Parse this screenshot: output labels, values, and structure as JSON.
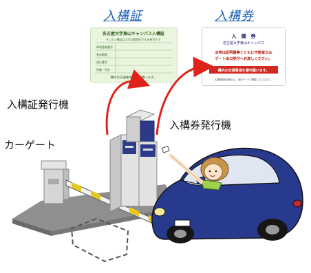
{
  "headings": {
    "permit": "入構証",
    "ticket": "入構券"
  },
  "labels": {
    "permit_machine": "入構証発行機",
    "ticket_machine": "入構券発行機",
    "car_gate": "カーゲート"
  },
  "permit_card": {
    "title": "名古屋大学東山キャンパス入構証",
    "note": "※この入構証は大学の敷地内でのみ有効です",
    "rows": [
      "車両登録番号",
      "有効期限",
      "発行番号",
      "所属・氏名"
    ],
    "footer": "構内の交通事項を遵守願います。"
  },
  "ticket_card": {
    "title": "入　構　券",
    "subtitle": "名古屋大学東山キャンパス",
    "body_line1": "本券は証明書等とともに守衛室又は",
    "body_line2": "ゲート出口受付へお渡しください。",
    "notice": "構内の交通事項を遵守願います。",
    "footer": "入構時刻を記録の上、出口ゲートで精算してください。"
  },
  "colors": {
    "heading": "#1a5fb4",
    "arrow": "#e0231a",
    "car_body": "#283a8e",
    "machine": "#d8d8d8",
    "barrier_stripe": "#e8c81a",
    "permit_card_bg": "#eaf5df",
    "ticket_notice_bg": "#d22a20"
  },
  "icons": {
    "left_arrow": "curved-red-arrow",
    "right_arrow": "curved-red-arrow"
  }
}
